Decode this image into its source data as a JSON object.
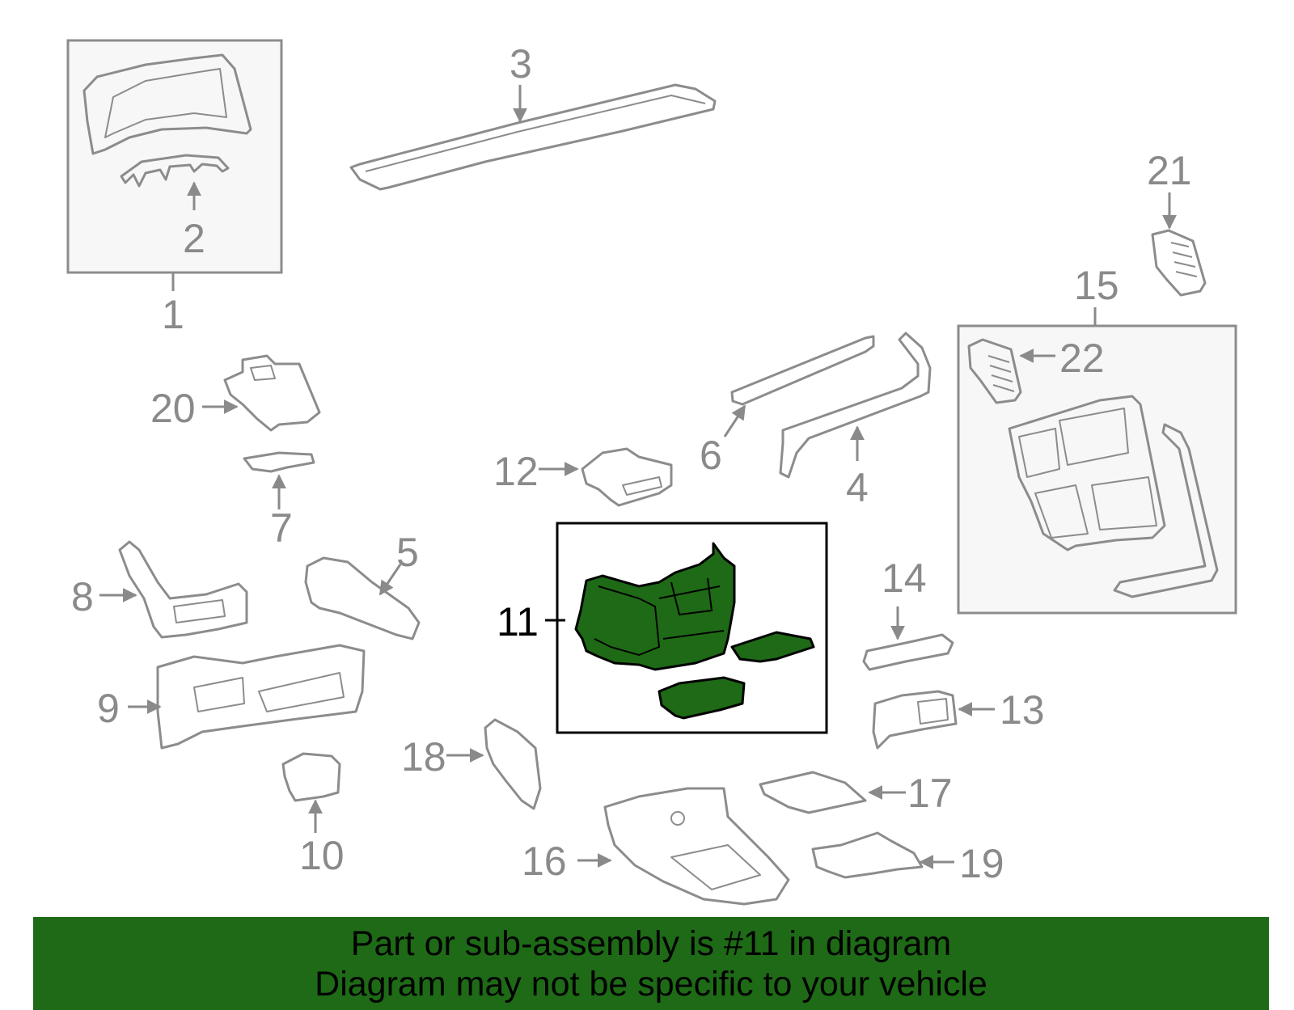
{
  "diagram": {
    "highlighted_part": "11",
    "colors": {
      "highlight_fill": "#1e6a16",
      "banner_fill": "#1e6a16",
      "part_stroke": "#8c8c8c",
      "label_gray": "#8a8a8a",
      "label_active": "#000000"
    },
    "callouts": [
      "1",
      "2",
      "3",
      "4",
      "5",
      "6",
      "7",
      "8",
      "9",
      "10",
      "11",
      "12",
      "13",
      "14",
      "15",
      "16",
      "17",
      "18",
      "19",
      "20",
      "21",
      "22"
    ]
  },
  "banner": {
    "line1": "Part or sub-assembly is #11 in diagram",
    "line2": "Diagram may not be specific to your vehicle"
  }
}
